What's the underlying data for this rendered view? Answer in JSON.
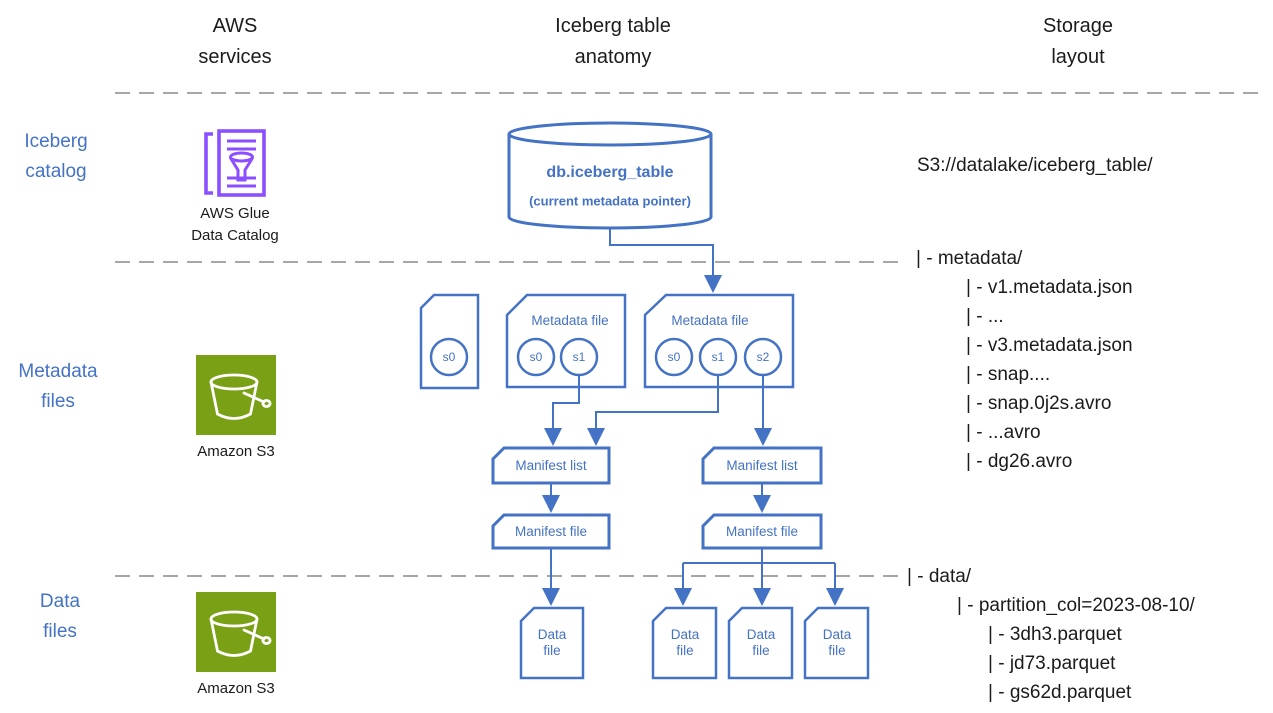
{
  "title_columns": {
    "aws_services": "AWS\nservices",
    "iceberg_anatomy": "Iceberg table\nanatomy",
    "storage_layout": "Storage\nlayout"
  },
  "row_labels": {
    "iceberg_catalog": "Iceberg\ncatalog",
    "metadata_files": "Metadata\nfiles",
    "data_files": "Data\nfiles"
  },
  "aws_icons": {
    "glue_label": "AWS Glue\nData Catalog",
    "s3_metadata_label": "Amazon S3",
    "s3_data_label": "Amazon S3"
  },
  "catalog_node": {
    "table_name": "db.iceberg_table",
    "subtitle": "(current metadata pointer)"
  },
  "metadata_nodes": {
    "file1_snapshots": [
      "s0"
    ],
    "file2_label": "Metadata file",
    "file2_snapshots": [
      "s0",
      "s1"
    ],
    "file3_label": "Metadata file",
    "file3_snapshots": [
      "s0",
      "s1",
      "s2"
    ]
  },
  "manifest_nodes": {
    "list_left": "Manifest list",
    "list_right": "Manifest list",
    "file_left": "Manifest file",
    "file_right": "Manifest file"
  },
  "data_file_nodes": [
    "Data\nfile",
    "Data\nfile",
    "Data\nfile",
    "Data\nfile"
  ],
  "storage_tree": {
    "root": "S3://datalake/iceberg_table/",
    "metadata_lines": [
      "| - metadata/",
      "| - v1.metadata.json",
      "| - ...",
      "| - v3.metadata.json",
      "| - snap....",
      "| - snap.0j2s.avro",
      "| - ...avro",
      "| - dg26.avro"
    ],
    "data_lines": [
      "| - data/",
      "| - partition_col=2023-08-10/",
      "| - 3dh3.parquet",
      "| - jd73.parquet",
      "| - gs62d.parquet"
    ]
  },
  "colors": {
    "diagram_blue": "#4472C4",
    "glue_purple": "#8C4FFF",
    "s3_green": "#7AA116",
    "divider_gray": "#A6A6A6"
  }
}
